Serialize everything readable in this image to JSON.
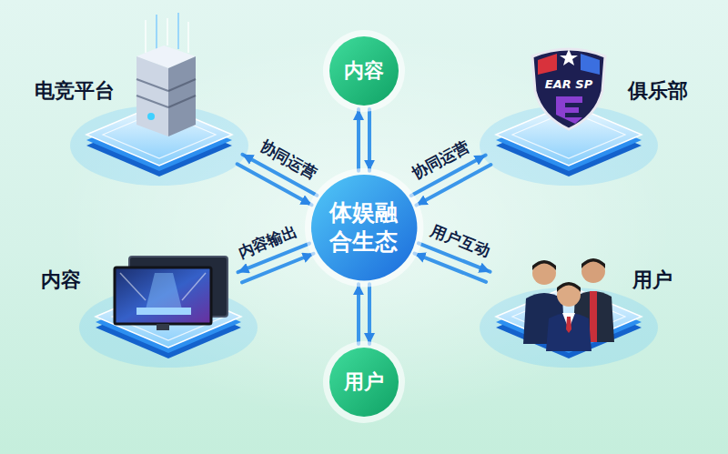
{
  "diagram": {
    "nodes": [
      {
        "text": [
          "内容"
        ]
      },
      {
        "text": [
          "电竞平台"
        ]
      },
      {
        "text": [
          "俱乐部"
        ]
      },
      {
        "text": [
          "体娱融 合生态"
        ]
      },
      {
        "text": [
          "内容"
        ]
      },
      {
        "text": [
          "用户"
        ]
      },
      {
        "text": [
          "用户"
        ]
      }
    ],
    "edges": [
      {
        "from": 3,
        "to": 0,
        "arrow": "both"
      },
      {
        "from": 3,
        "to": 1,
        "label": "协同运营",
        "arrow": "both"
      },
      {
        "from": 3,
        "to": 2,
        "label": "协同运营",
        "arrow": "both"
      },
      {
        "from": 3,
        "to": 4,
        "label": "内容输出",
        "arrow": "both"
      },
      {
        "from": 3,
        "to": 5,
        "label": "用户互动",
        "arrow": "both"
      },
      {
        "from": 3,
        "to": 6,
        "arrow": "both"
      }
    ],
    "labels": [
      "EAR SP"
    ]
  }
}
